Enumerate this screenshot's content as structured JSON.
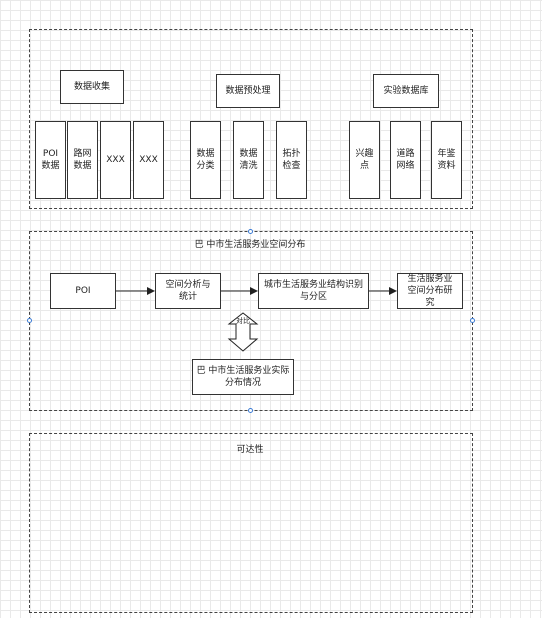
{
  "top_section": {
    "collect": {
      "header": "数据收集",
      "items": [
        "POI\n数据",
        "路网\n数据",
        "XXX",
        "XXX"
      ]
    },
    "preprocess": {
      "header": "数据预处理",
      "items": [
        "数据\n分类",
        "数据\n清洗",
        "拓扑\n检查"
      ]
    },
    "database": {
      "header": "实验数据库",
      "items": [
        "兴趣\n点",
        "道路\n网络",
        "年鉴\n资料"
      ]
    }
  },
  "middle_section": {
    "title": "巴 中市生活服务业空间分布",
    "poi": "POI",
    "analysis": "空间分析与\n统计",
    "structure": "城市生活服务业结构识别\n与分区",
    "research": "生活服务业\n空间分布研\n究",
    "arrow_label": "对比",
    "actual": "巴 中市生活服务业实际\n分布情况"
  },
  "bottom_section": {
    "title": "可达性"
  }
}
